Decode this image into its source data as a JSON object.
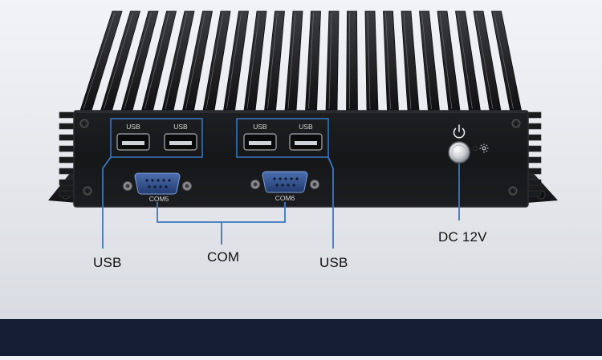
{
  "device": {
    "port_labels": {
      "usb_1": "USB",
      "usb_2": "USB",
      "usb_3": "USB",
      "usb_4": "USB",
      "com_left": "COM5",
      "com_right": "COM6"
    },
    "icons": [
      "power-icon",
      "sun-indicator-icon"
    ]
  },
  "callouts": {
    "usb_left": "USB",
    "com": "COM",
    "usb_right": "USB",
    "dc": "DC 12V"
  },
  "colors": {
    "callout_line": "#3a78c2",
    "bottom_band": "#161e33",
    "chassis": "#1b1b1d"
  }
}
